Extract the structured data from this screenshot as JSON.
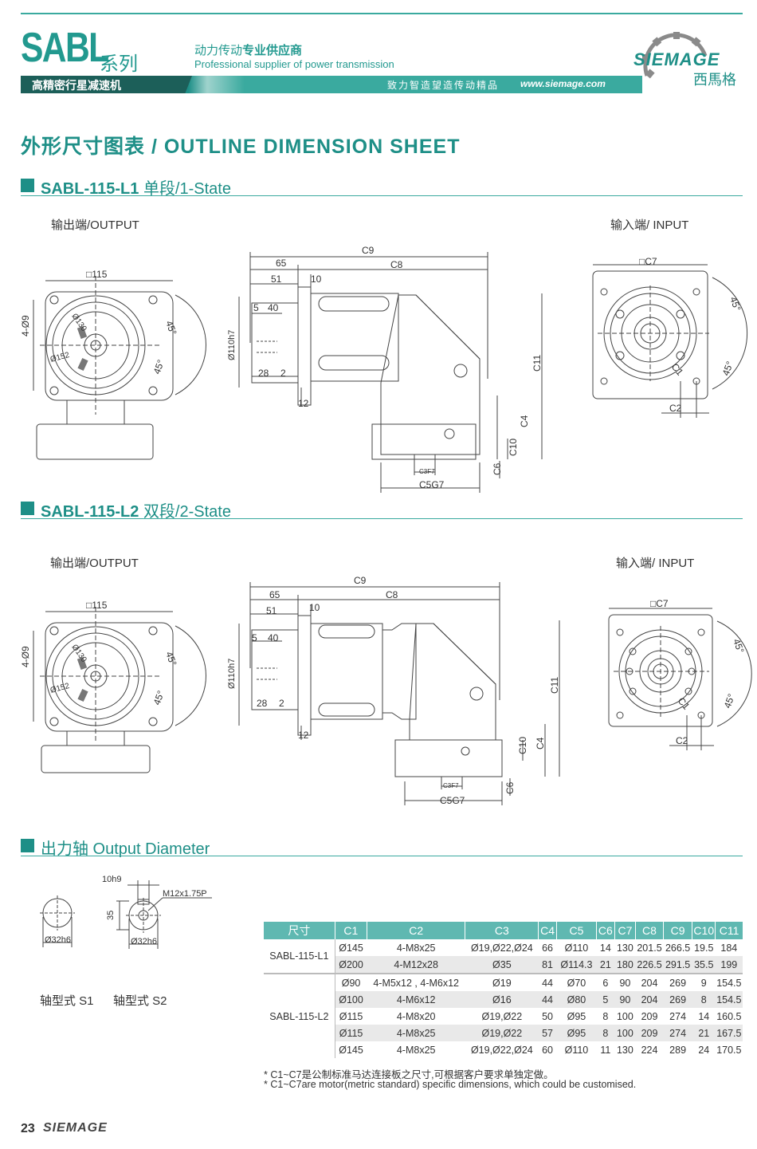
{
  "header": {
    "series": "SABL",
    "series_suffix": "系列",
    "subtitle": "高精密行星减速机",
    "tagline_cn_a": "动力传动",
    "tagline_cn_b": "专业供应商",
    "tagline_en": "Professional supplier of power transmission",
    "slogan": "致力智造望造传动精品",
    "url": "www.siemage.com",
    "logo_text": "SIEMAGE",
    "logo_cn": "西馬格"
  },
  "page_title": "外形尺寸图表 / OUTLINE DIMENSION SHEET",
  "section1": {
    "model": "SABL-115-L1",
    "stage": "单段/1-State",
    "output_label": "输出端/OUTPUT",
    "input_label": "输入端/ INPUT"
  },
  "section2": {
    "model": "SABL-115-L2",
    "stage": "双段/2-State",
    "output_label": "输出端/OUTPUT",
    "input_label": "输入端/ INPUT"
  },
  "dims": {
    "sq115": "□115",
    "hole": "4-Ø9",
    "d130": "Ø130",
    "d152": "Ø152",
    "a45": "45°",
    "c9": "C9",
    "c8": "C8",
    "d65": "65",
    "d51": "51",
    "d10": "10",
    "d5": "5",
    "d40": "40",
    "d110": "Ø110h7",
    "d28": "28",
    "d2": "2",
    "d12": "12",
    "c11": "C11",
    "c4": "C4",
    "c10": "C10",
    "c6": "C6",
    "c3": "C3F7",
    "c5": "C5G7",
    "c7": "□C7",
    "c1": "C1",
    "c2": "C2"
  },
  "section3": {
    "title": "出力轴 Output Diameter",
    "s1_dia": "Ø32h6",
    "s2_dia": "Ø32h6",
    "key": "10h9",
    "depth": "35",
    "thread": "M12x1.75P",
    "s1_label": "轴型式 S1",
    "s2_label": "轴型式 S2"
  },
  "table": {
    "headers": [
      "尺寸",
      "C1",
      "C2",
      "C3",
      "C4",
      "C5",
      "C6",
      "C7",
      "C8",
      "C9",
      "C10",
      "C11"
    ],
    "groups": [
      {
        "model": "SABL-115-L1",
        "rows": [
          [
            "Ø145",
            "4-M8x25",
            "Ø19,Ø22,Ø24",
            "66",
            "Ø110",
            "14",
            "130",
            "201.5",
            "266.5",
            "19.5",
            "184"
          ],
          [
            "Ø200",
            "4-M12x28",
            "Ø35",
            "81",
            "Ø114.3",
            "21",
            "180",
            "226.5",
            "291.5",
            "35.5",
            "199"
          ]
        ]
      },
      {
        "model": "SABL-115-L2",
        "rows": [
          [
            "Ø90",
            "4-M5x12 , 4-M6x12",
            "Ø19",
            "44",
            "Ø70",
            "6",
            "90",
            "204",
            "269",
            "9",
            "154.5"
          ],
          [
            "Ø100",
            "4-M6x12",
            "Ø16",
            "44",
            "Ø80",
            "5",
            "90",
            "204",
            "269",
            "8",
            "154.5"
          ],
          [
            "Ø115",
            "4-M8x20",
            "Ø19,Ø22",
            "50",
            "Ø95",
            "8",
            "100",
            "209",
            "274",
            "14",
            "160.5"
          ],
          [
            "Ø115",
            "4-M8x25",
            "Ø19,Ø22",
            "57",
            "Ø95",
            "8",
            "100",
            "209",
            "274",
            "21",
            "167.5"
          ],
          [
            "Ø145",
            "4-M8x25",
            "Ø19,Ø22,Ø24",
            "60",
            "Ø110",
            "11",
            "130",
            "224",
            "289",
            "24",
            "170.5"
          ]
        ]
      }
    ]
  },
  "notes": {
    "cn": "* C1~C7是公制标准马达连接板之尺寸,可根据客户要求单独定做。",
    "en": "* C1~C7are motor(metric standard)  specific dimensions, which could be customised."
  },
  "footer": {
    "page": "23",
    "brand": "SIEMAGE"
  },
  "colors": {
    "accent": "#1e8f87",
    "table_header": "#5fb8b1",
    "row_shade": "#e9e9e9"
  }
}
